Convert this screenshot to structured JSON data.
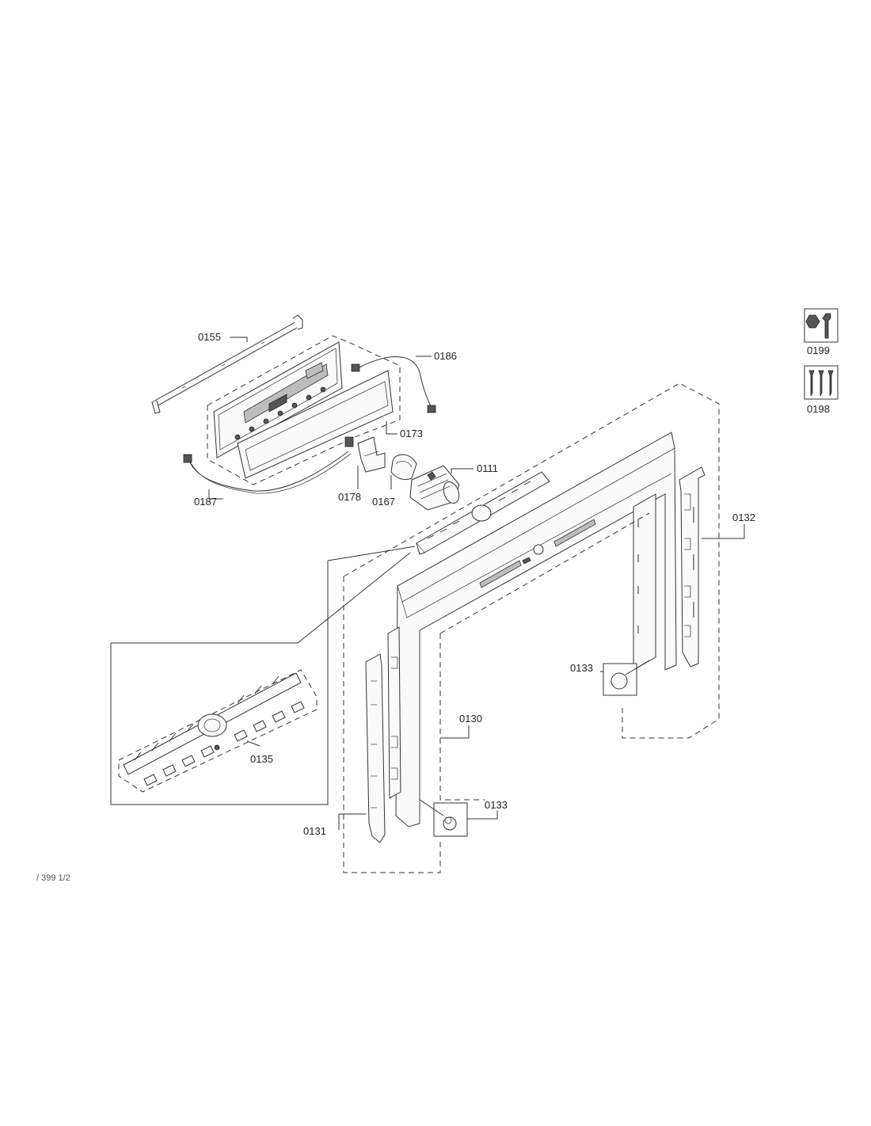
{
  "callouts": {
    "c0155": "0155",
    "c0186": "0186",
    "c0173": "0173",
    "c0111": "0111",
    "c0187": "0187",
    "c0178": "0178",
    "c0167": "0167",
    "c0132": "0132",
    "c0133a": "0133",
    "c0130": "0130",
    "c0133b": "0133",
    "c0135": "0135",
    "c0131": "0131"
  },
  "legend": {
    "tools_label": "0199",
    "screws_label": "0198"
  },
  "footer": {
    "text": "/ 399 1/2"
  }
}
